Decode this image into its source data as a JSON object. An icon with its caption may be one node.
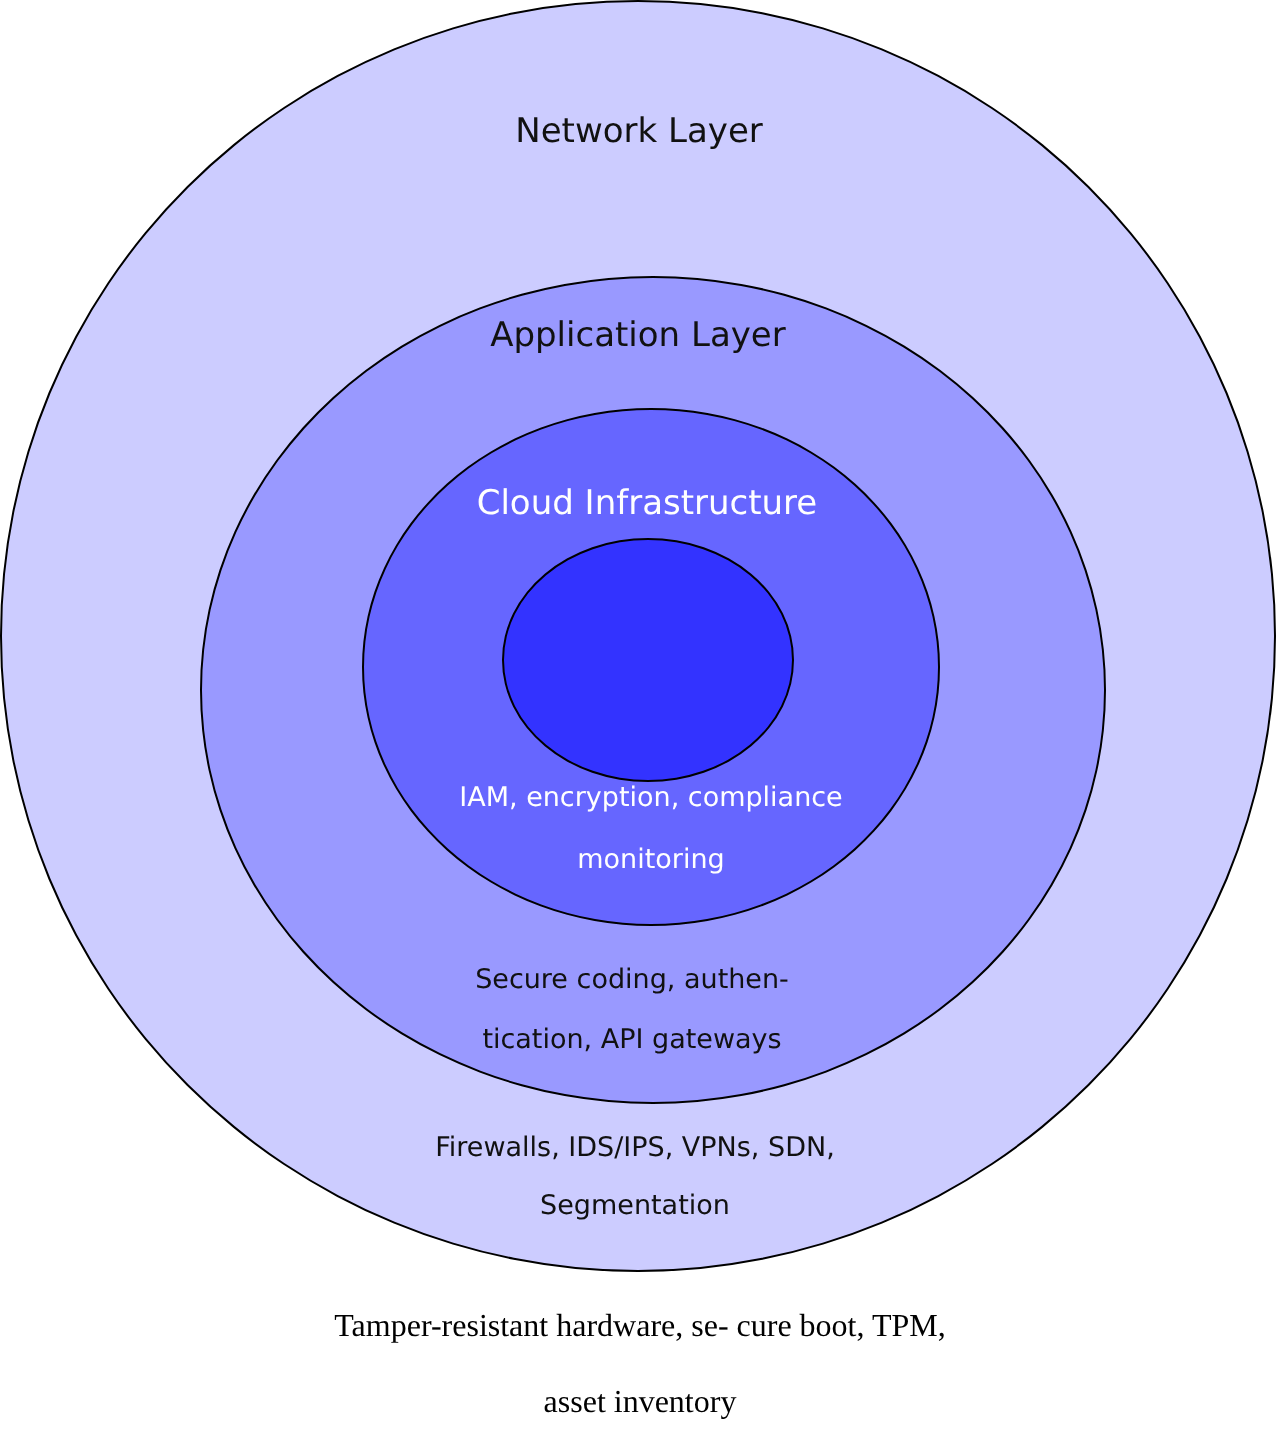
{
  "diagram": {
    "nodes": [
      {
        "text": [
          "Network Layer",
          "Firewalls, IDS/IPS, VPNs, SDN, Segmentation"
        ]
      },
      {
        "text": [
          "Application Layer",
          "Secure coding, authen- tication, API gateways"
        ],
        "in": 0
      },
      {
        "text": [
          "Cloud Infrastructure",
          "IAM, encryption, compliance monitoring"
        ],
        "in": 1
      },
      {
        "text": [],
        "shape": "circle",
        "in": 2
      }
    ],
    "edges": [],
    "labels": [
      "Tamper-resistant hardware, se- cure boot, TPM, asset inventory"
    ]
  }
}
